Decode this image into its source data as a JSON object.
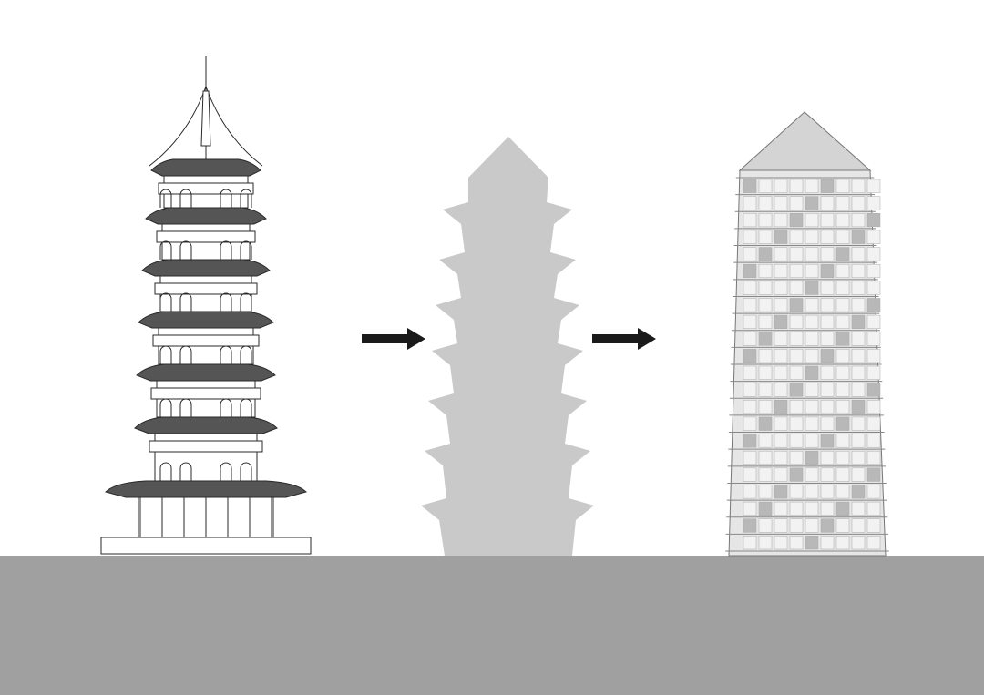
{
  "diagram": {
    "stages": [
      "traditional-pagoda-elevation",
      "pagoda-silhouette",
      "modern-tower-elevation"
    ],
    "colors": {
      "ground": "#a0a0a0",
      "silhouette": "#c9c9c9",
      "line": "#2a2a2a",
      "tower_fill": "#e6e6e6",
      "roof_fill": "#d4d4d4",
      "arrow": "#1a1a1a"
    },
    "pagoda_tiers": 7,
    "tower_floors": 22
  }
}
